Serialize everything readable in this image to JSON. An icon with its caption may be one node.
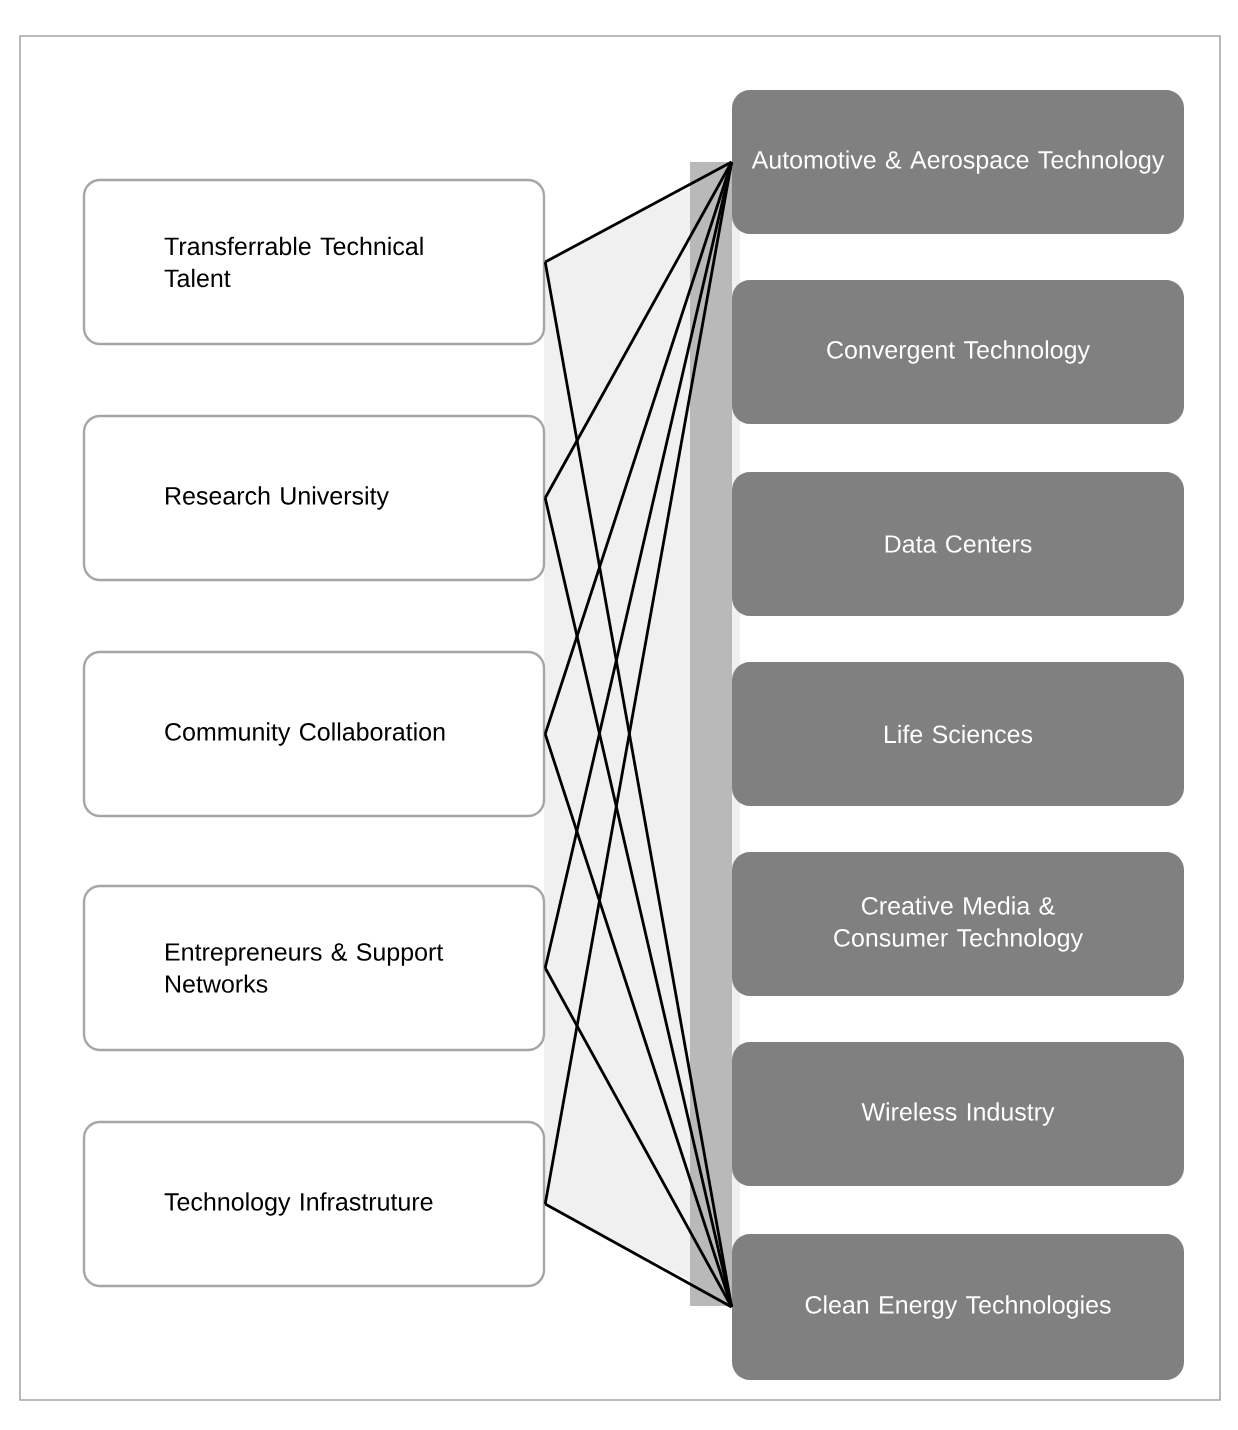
{
  "diagram": {
    "nodes": [
      {
        "text": [
          "Transferrable Technical Talent"
        ]
      },
      {
        "text": [
          "Research University"
        ]
      },
      {
        "text": [
          "Community Collaboration"
        ]
      },
      {
        "text": [
          "Entrepreneurs & Support Networks"
        ]
      },
      {
        "text": [
          "Technology Infrastruture"
        ]
      },
      {
        "text": [
          "Automotive & Aerospace Technology"
        ]
      },
      {
        "text": [
          "Convergent Technology"
        ]
      },
      {
        "text": [
          "Data Centers"
        ]
      },
      {
        "text": [
          "Life Sciences"
        ]
      },
      {
        "text": [
          "Creative Media & Consumer Technology"
        ]
      },
      {
        "text": [
          "Wireless Industry"
        ]
      },
      {
        "text": [
          "Clean Energy Technologies"
        ]
      }
    ],
    "edges": [
      {
        "from": 0,
        "to": 5,
        "arrow": "none"
      },
      {
        "from": 0,
        "to": 11,
        "arrow": "none"
      },
      {
        "from": 1,
        "to": 5,
        "arrow": "none"
      },
      {
        "from": 1,
        "to": 11,
        "arrow": "none"
      },
      {
        "from": 2,
        "to": 5,
        "arrow": "none"
      },
      {
        "from": 2,
        "to": 11,
        "arrow": "none"
      },
      {
        "from": 3,
        "to": 5,
        "arrow": "none"
      },
      {
        "from": 3,
        "to": 11,
        "arrow": "none"
      },
      {
        "from": 4,
        "to": 5,
        "arrow": "none"
      },
      {
        "from": 4,
        "to": 11,
        "arrow": "none"
      }
    ]
  }
}
